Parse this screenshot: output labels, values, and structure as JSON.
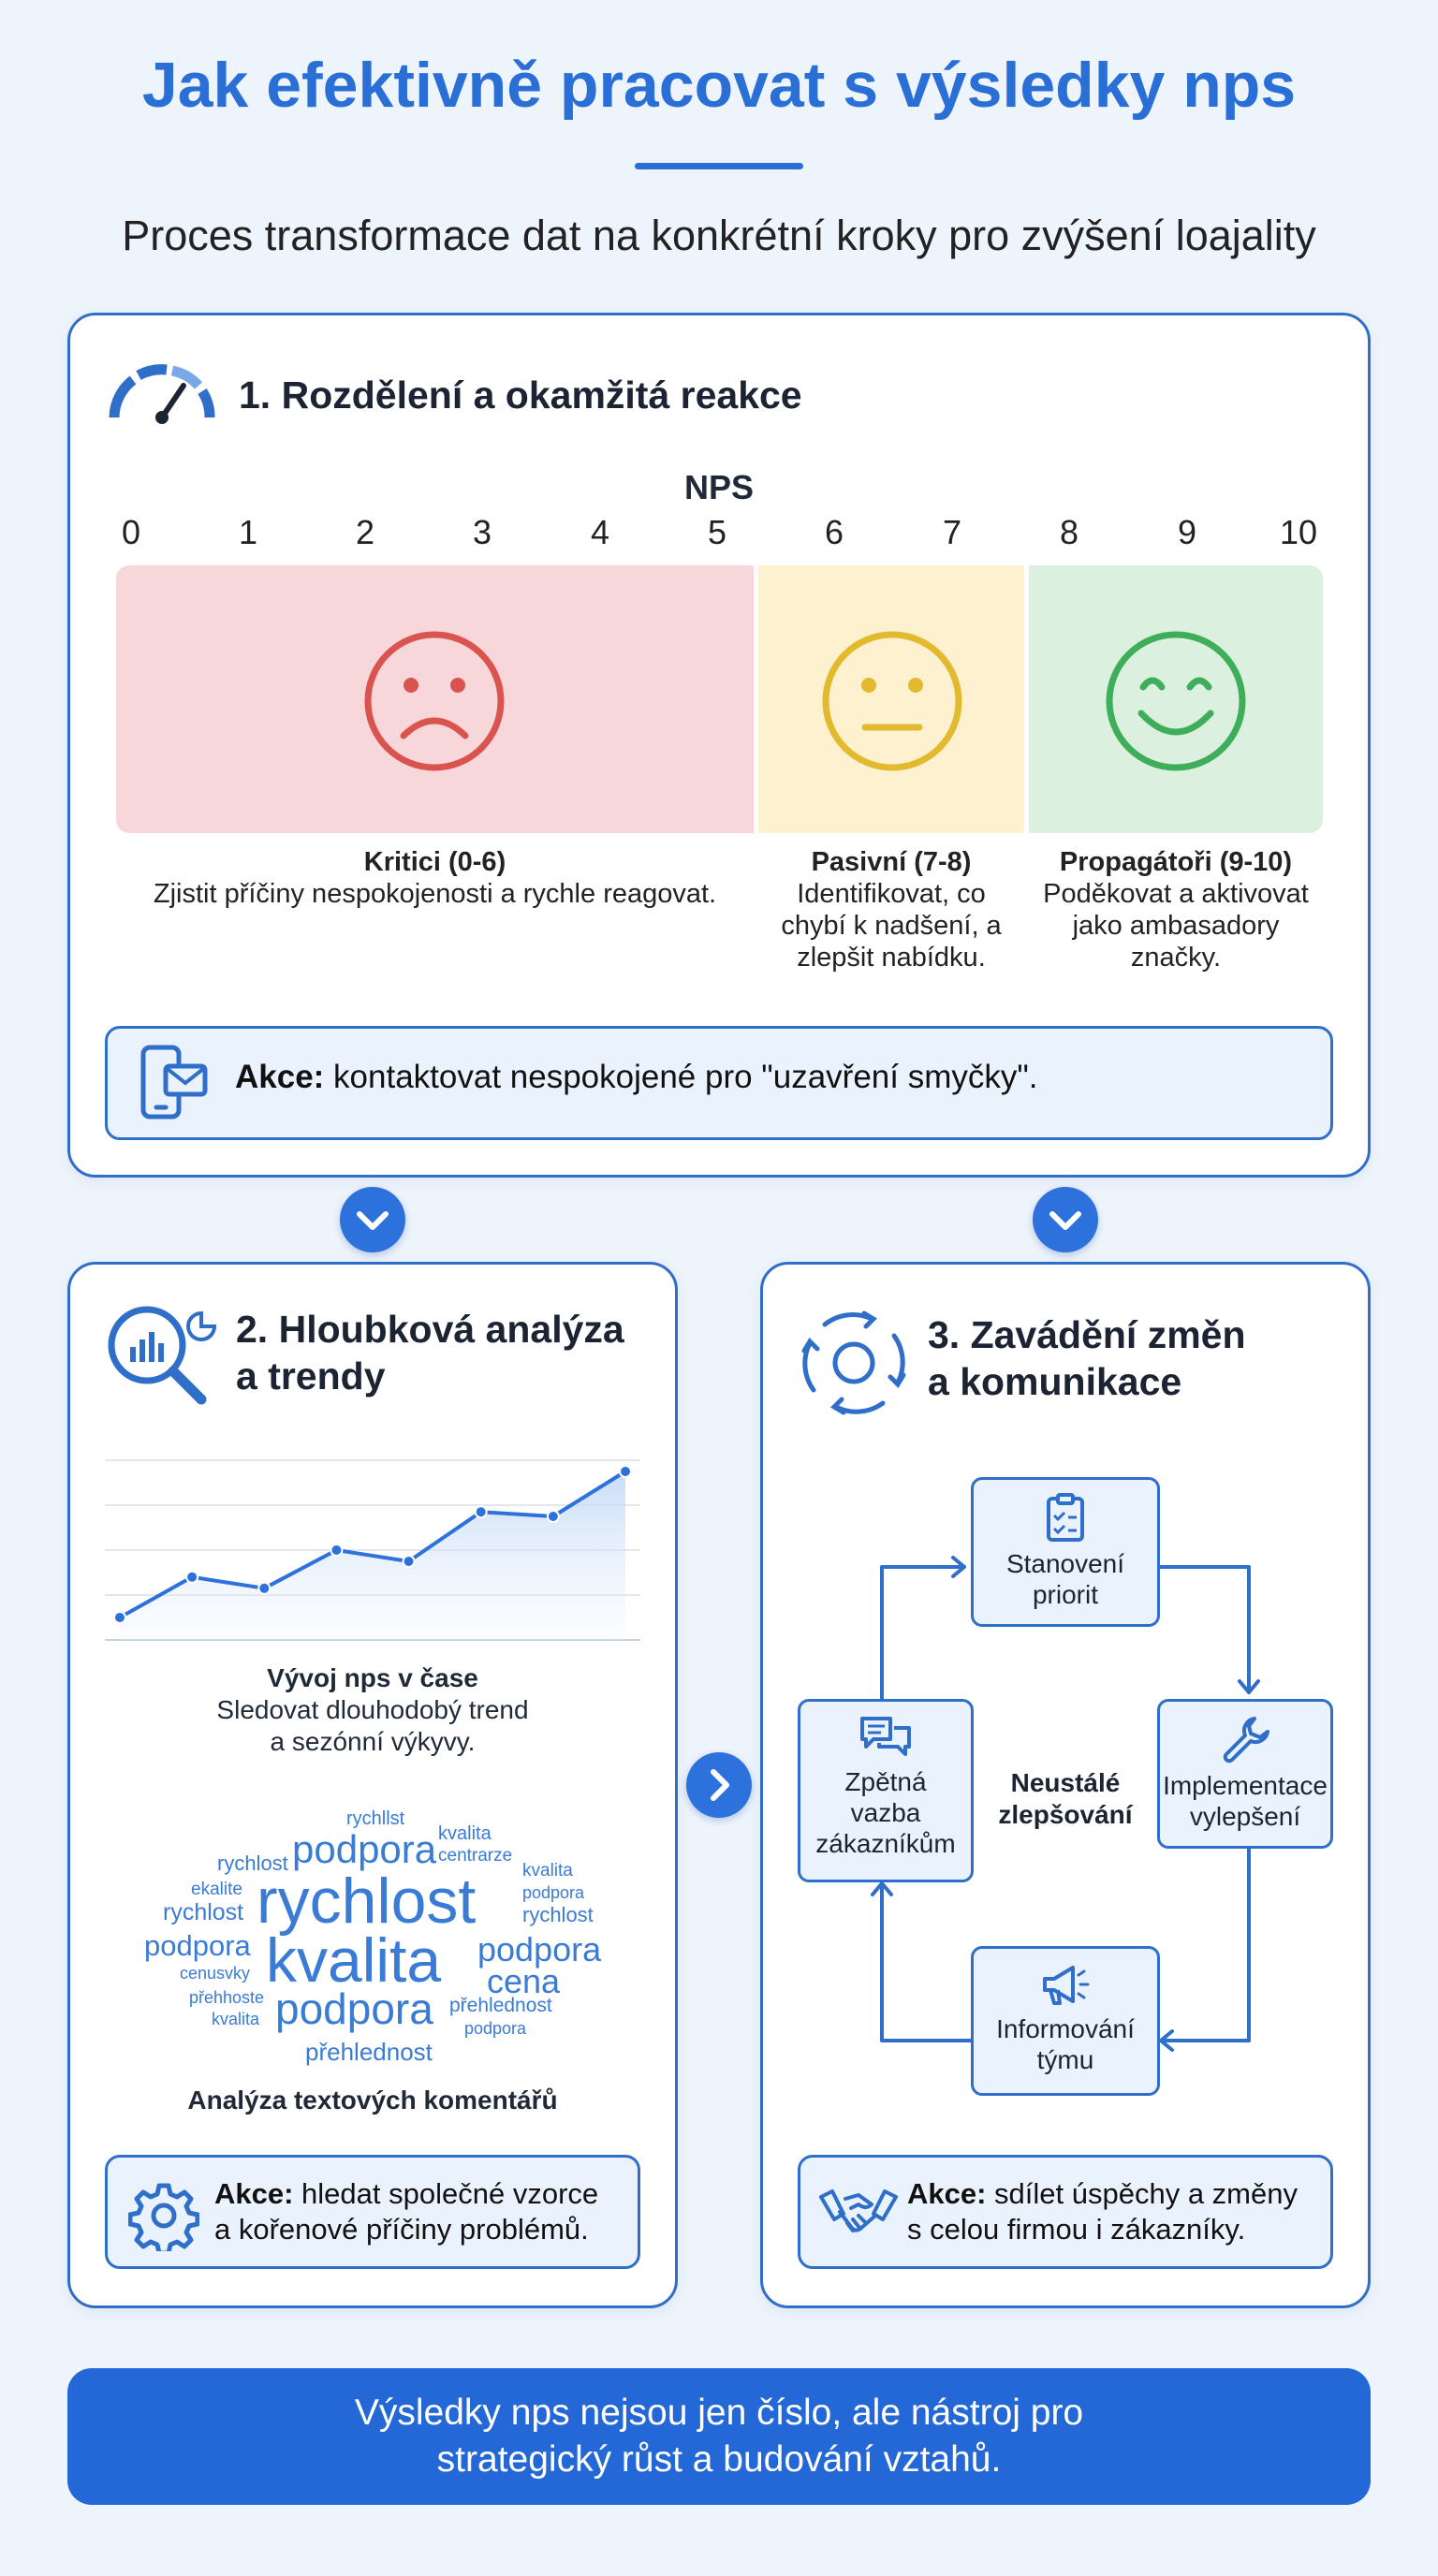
{
  "header": {
    "title": "Jak efektivně pracovat s výsledky nps",
    "subtitle": "Proces transformace dat na konkrétní kroky pro zvýšení loajality"
  },
  "section1": {
    "title": "1. Rozdělení a okamžitá reakce",
    "scale_label": "NPS",
    "ticks": [
      "0",
      "1",
      "2",
      "3",
      "4",
      "5",
      "6",
      "7",
      "8",
      "9",
      "10"
    ],
    "segments": [
      {
        "name": "Kritici (0-6)",
        "desc": "Zjistit příčiny nespokojenosti a rychle reagovat.",
        "face": "sad-face-icon",
        "color": "#f8d7da"
      },
      {
        "name": "Pasivní (7-8)",
        "desc": "Identifikovat, co chybí k nadšení, a zlepšit nabídku.",
        "face": "neutral-face-icon",
        "color": "#fdf1cf"
      },
      {
        "name": "Propagátoři (9-10)",
        "desc": "Poděkovat a aktivovat jako ambasadory značky.",
        "face": "happy-face-icon",
        "color": "#dbf0df"
      }
    ],
    "action_label": "Akce:",
    "action_text": " kontaktovat nespokojené pro \"uzavření smyčky\"."
  },
  "section2": {
    "title_line1": "2. Hloubková analýza",
    "title_line2": "a trendy",
    "chart_caption_title": "Vývoj nps v čase",
    "chart_caption_text1": "Sledovat dlouhodobý trend",
    "chart_caption_text2": "a sezónní výkyvy.",
    "wordcloud_caption": "Analýza textových komentářů",
    "words": [
      "rychllst",
      "kvalita",
      "rychlost",
      "podpora",
      "centrarze",
      "kvalita",
      "ekalite",
      "podpora",
      "rychlost",
      "rychlost",
      "rychlost",
      "podpora",
      "kvalita",
      "podpora",
      "cenusvky",
      "cena",
      "přehhoste",
      "přehlednost",
      "kvalita",
      "podpora",
      "podpora",
      "přehlednost"
    ],
    "action_label": "Akce:",
    "action_line1": " hledat společné vzorce",
    "action_line2": "a kořenové příčiny problémů."
  },
  "chart_data": {
    "type": "line",
    "title": "Vývoj nps v čase",
    "series": [
      {
        "values": [
          1.0,
          2.8,
          2.3,
          4.0,
          3.5,
          5.7,
          5.5,
          7.5
        ]
      }
    ],
    "ylim": [
      0,
      8
    ],
    "grid": true,
    "color": "#2d72dc"
  },
  "section3": {
    "title_line1": "3. Zavádění změn",
    "title_line2": "a komunikace",
    "cycle_center_line1": "Neustálé",
    "cycle_center_line2": "zlepšování",
    "cycle_steps": [
      {
        "line1": "Stanovení",
        "line2": "priorit",
        "icon": "clipboard-icon"
      },
      {
        "line1": "Implementace",
        "line2": "vylepšení",
        "icon": "wrench-icon"
      },
      {
        "line1": "Informování",
        "line2": "týmu",
        "icon": "megaphone-icon"
      },
      {
        "line1": "Zpětná",
        "line2": "vazba",
        "line3": "zákazníkům",
        "icon": "chat-icon"
      }
    ],
    "action_label": "Akce:",
    "action_line1": " sdílet úspěchy a změny",
    "action_line2": "s celou firmou i zákazníky."
  },
  "footer": {
    "line1": "Výsledky nps nejsou jen číslo, ale nástroj pro",
    "line2": "strategický růst a budování vztahů."
  },
  "colors": {
    "accent": "#2a6fd6",
    "red": "#d9534f",
    "yellow": "#e3b92e",
    "green": "#3fae5a"
  }
}
